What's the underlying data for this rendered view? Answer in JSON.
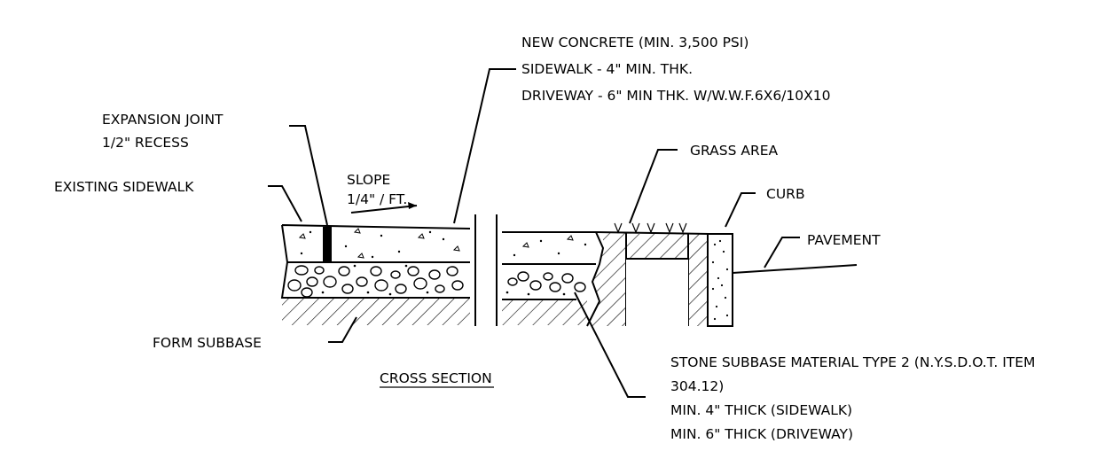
{
  "labels": {
    "new_concrete_1": "NEW CONCRETE (MIN. 3,500 PSI)",
    "new_concrete_2": "SIDEWALK - 4\" MIN. THK.",
    "new_concrete_3": "DRIVEWAY - 6\" MIN THK. W/W.W.F.6X6/10X10",
    "expansion_joint_1": "EXPANSION JOINT",
    "expansion_joint_2": "1/2\" RECESS",
    "existing_sidewalk": "EXISTING SIDEWALK",
    "slope_1": "SLOPE",
    "slope_2": "1/4\" / FT.",
    "grass_area": "GRASS AREA",
    "curb": "CURB",
    "pavement": "PAVEMENT",
    "form_subbase": "FORM SUBBASE",
    "cross_section": "CROSS SECTION",
    "stone_subbase_1": "STONE SUBBASE MATERIAL TYPE 2 (N.Y.S.D.O.T. ITEM",
    "stone_subbase_2": "304.12)",
    "stone_subbase_3": "MIN. 4\" THICK (SIDEWALK)",
    "stone_subbase_4": "MIN. 6\" THICK (DRIVEWAY)"
  },
  "colors": {
    "ink": "#000000",
    "background": "#ffffff"
  }
}
